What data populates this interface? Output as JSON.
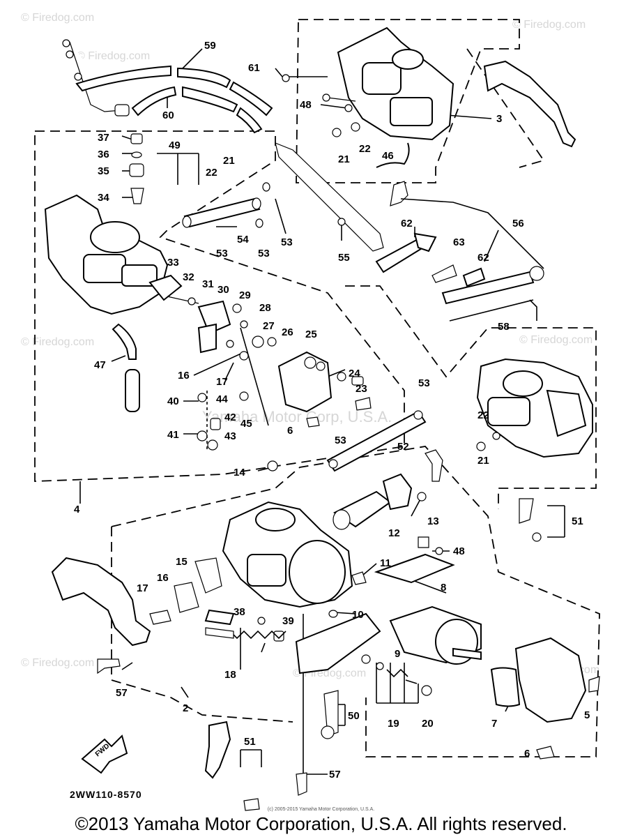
{
  "diagram_code": "2WW110-8570",
  "fwd_label": "FWD",
  "small_copyright": "(c) 2005-2015 Yamaha Motor Corporation, U.S.A.",
  "footer_copyright": "©2013 Yamaha Motor Corporation, U.S.A. All rights reserved.",
  "center_watermark": "Yamaha Motor Corp, U.S.A.",
  "side_watermark": "© Firedog.com",
  "colors": {
    "line": "#000000",
    "background": "#ffffff",
    "watermark": "#d6d6d6"
  },
  "callouts": [
    "59",
    "61",
    "60",
    "48",
    "3",
    "37",
    "36",
    "49",
    "21",
    "22",
    "22",
    "21",
    "46",
    "35",
    "34",
    "53",
    "54",
    "53",
    "53",
    "62",
    "56",
    "55",
    "63",
    "62",
    "33",
    "32",
    "31",
    "30",
    "29",
    "28",
    "27",
    "26",
    "25",
    "58",
    "47",
    "16",
    "17",
    "24",
    "23",
    "40",
    "44",
    "45",
    "42",
    "6",
    "53",
    "41",
    "43",
    "52",
    "53",
    "22",
    "21",
    "14",
    "4",
    "13",
    "12",
    "51",
    "48",
    "15",
    "11",
    "8",
    "16",
    "17",
    "10",
    "38",
    "39",
    "9",
    "18",
    "57",
    "2",
    "19",
    "20",
    "7",
    "5",
    "50",
    "51",
    "6",
    "57"
  ]
}
